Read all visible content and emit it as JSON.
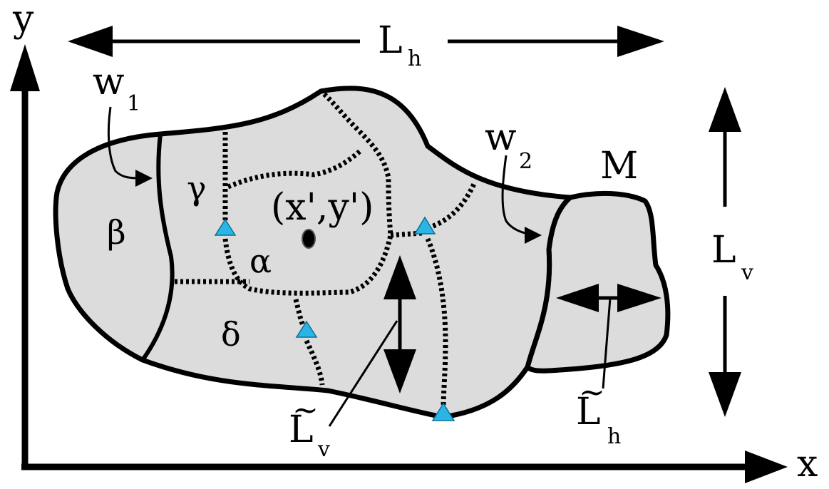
{
  "axes": {
    "x_label": "x",
    "y_label": "y"
  },
  "dimensions": {
    "Lh": {
      "main": "L",
      "sub": "h"
    },
    "Lv": {
      "main": "L",
      "sub": "v"
    },
    "Lv_tilde": {
      "main": "L",
      "sub": "v",
      "accent": "~"
    },
    "Lh_tilde": {
      "main": "L",
      "sub": "h",
      "accent": "~"
    }
  },
  "widths": {
    "w1": {
      "main": "w",
      "sub": "1"
    },
    "w2": {
      "main": "w",
      "sub": "2"
    }
  },
  "regions": {
    "beta": "β",
    "gamma": "γ",
    "alpha": "α",
    "delta": "δ",
    "M": "M"
  },
  "point": "(x',y')",
  "colors": {
    "region_fill": "#dcdcdc",
    "outline": "#000000",
    "marker": "#29b6e6"
  }
}
